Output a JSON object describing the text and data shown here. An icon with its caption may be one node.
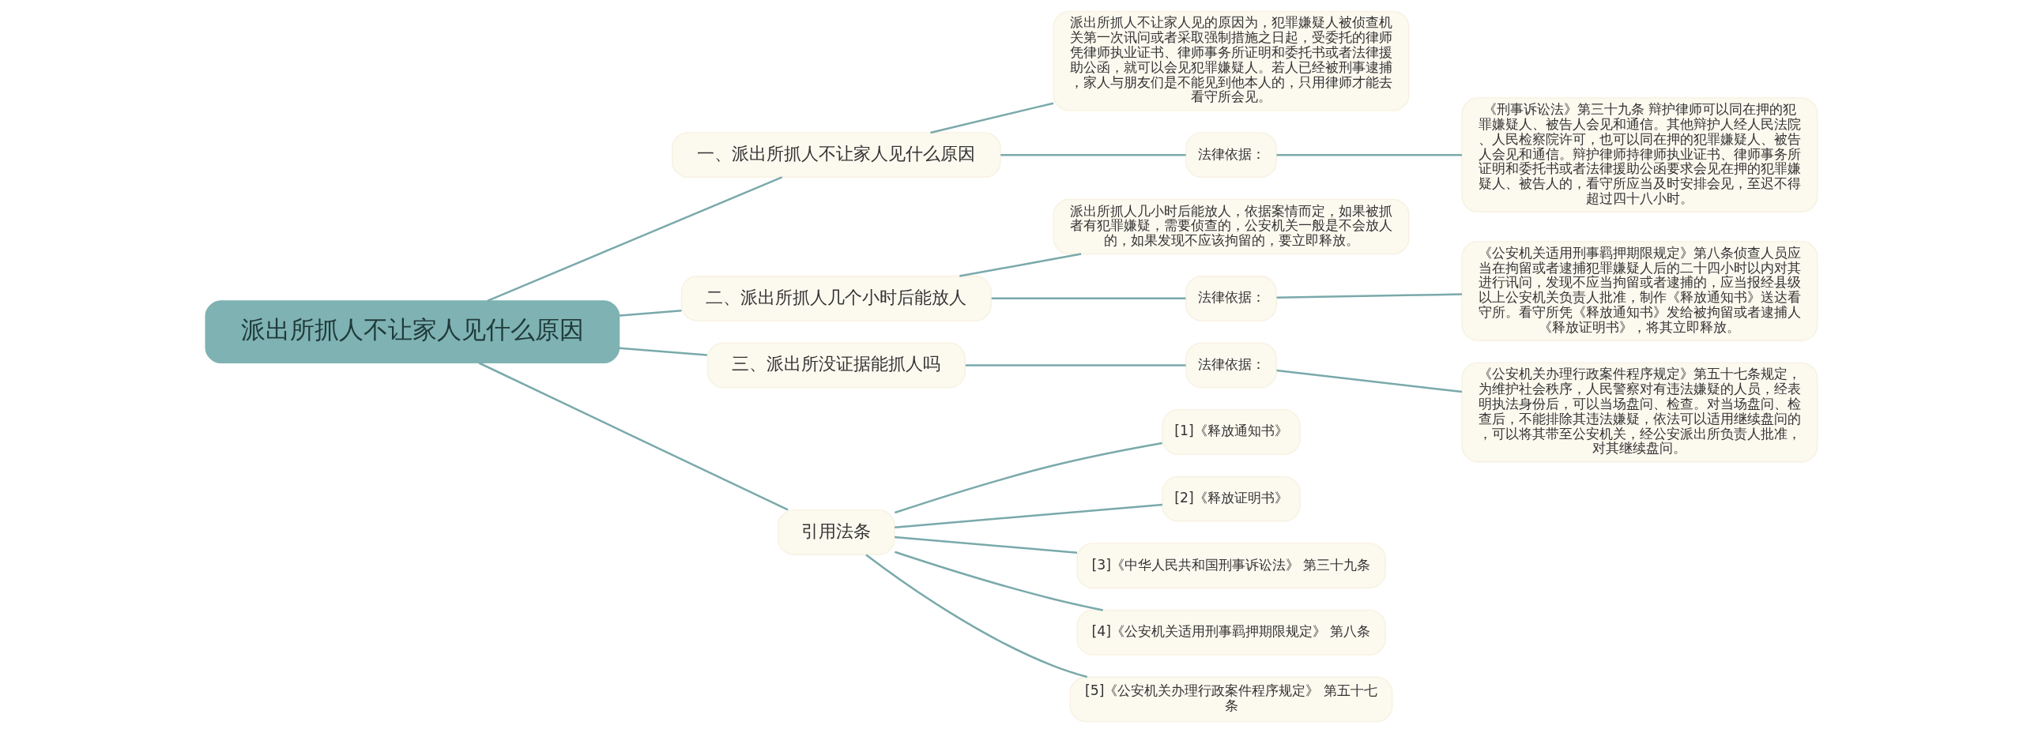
{
  "diagram": {
    "nodes": [
      {
        "text": [
          "派出所抓人不让家人见什么原因"
        ]
      },
      {
        "text": [
          "一、派出所抓人不让家人见什么原因"
        ]
      },
      {
        "text": [
          "派出所抓人不让家人见的原因为，犯罪嫌疑人被侦查机关第一次讯问或者采取强制措施之日起，受委托的律师凭律师执业证书、律师事务所证明和委托书或者法律援助公函，就可以会见犯罪嫌疑人。若人已经被刑事逮捕，家人与朋友们是不能见到他本人的，只用律师才能去看守所会见。"
        ]
      },
      {
        "text": [
          "法律依据："
        ]
      },
      {
        "text": [
          "《刑事诉讼法》第三十九条 辩护律师可以同在押的犯罪嫌疑人、被告人会见和通信。其他辩护人经人民法院、人民检察院许可，也可以同在押的犯罪嫌疑人、被告人会见和通信。辩护律师持律师执业证书、律师事务所证明和委托书或者法律援助公函要求会见在押的犯罪嫌疑人、被告人的，看守所应当及时安排会见，至迟不得超过四十八小时。"
        ]
      },
      {
        "text": [
          "二、派出所抓人几个小时后能放人"
        ]
      },
      {
        "text": [
          "派出所抓人几小时后能放人，依据案情而定，如果被抓者有犯罪嫌疑，需要侦查的，公安机关一般是不会放人的，如果发现不应该拘留的，要立即释放。"
        ]
      },
      {
        "text": [
          "法律依据："
        ]
      },
      {
        "text": [
          "《公安机关适用刑事羁押期限规定》第八条侦查人员应当在拘留或者逮捕犯罪嫌疑人后的二十四小时以内对其进行讯问，发现不应当拘留或者逮捕的，应当报经县级以上公安机关负责人批准，制作《释放通知书》送达看守所。看守所凭《释放通知书》发给被拘留或者逮捕人《释放证明书》，将其立即释放。"
        ]
      },
      {
        "text": [
          "三、派出所没证据能抓人吗"
        ]
      },
      {
        "text": [
          "法律依据："
        ]
      },
      {
        "text": [
          "《公安机关办理行政案件程序规定》第五十七条规定，为维护社会秩序，人民警察对有违法嫌疑的人员，经表明执法身份后，可以当场盘问、检查。对当场盘问、检查后，不能排除其违法嫌疑，依法可以适用继续盘问的，可以将其带至公安机关，经公安派出所负责人批准，对其继续盘问。"
        ]
      },
      {
        "text": [
          "引用法条"
        ]
      },
      {
        "text": [
          "[1]《释放通知书》"
        ]
      },
      {
        "text": [
          "[2]《释放证明书》"
        ]
      },
      {
        "text": [
          "[3]《中华人民共和国刑事诉讼法》 第三十九条"
        ]
      },
      {
        "text": [
          "[4]《公安机关适用刑事羁押期限规定》 第八条"
        ]
      },
      {
        "text": [
          "[5]《公安机关办理行政案件程序规定》 第五十七条"
        ]
      }
    ],
    "edges": [
      {
        "from": 0,
        "to": 1,
        "arrow": "none"
      },
      {
        "from": 1,
        "to": 2,
        "arrow": "none"
      },
      {
        "from": 1,
        "to": 3,
        "arrow": "none"
      },
      {
        "from": 3,
        "to": 4,
        "arrow": "none"
      },
      {
        "from": 0,
        "to": 5,
        "arrow": "none"
      },
      {
        "from": 5,
        "to": 6,
        "arrow": "none"
      },
      {
        "from": 5,
        "to": 7,
        "arrow": "none"
      },
      {
        "from": 7,
        "to": 8,
        "arrow": "none"
      },
      {
        "from": 0,
        "to": 9,
        "arrow": "none"
      },
      {
        "from": 9,
        "to": 10,
        "arrow": "none"
      },
      {
        "from": 10,
        "to": 11,
        "arrow": "none"
      },
      {
        "from": 0,
        "to": 12,
        "arrow": "none"
      },
      {
        "from": 12,
        "to": 13,
        "arrow": "none"
      },
      {
        "from": 12,
        "to": 14,
        "arrow": "none"
      },
      {
        "from": 12,
        "to": 15,
        "arrow": "none"
      },
      {
        "from": 12,
        "to": 16,
        "arrow": "none"
      },
      {
        "from": 12,
        "to": 17,
        "arrow": "none"
      }
    ]
  }
}
